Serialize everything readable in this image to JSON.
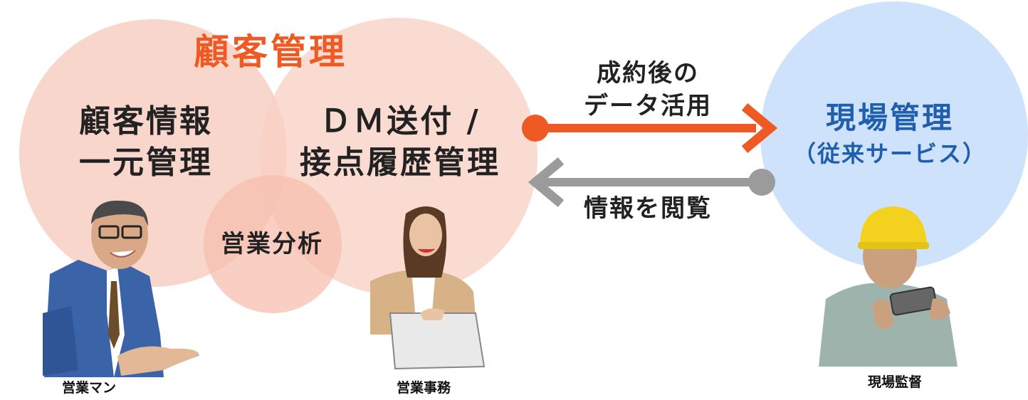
{
  "colors": {
    "accent_orange": "#ef5a24",
    "accent_blue": "#1f5fae",
    "pink_circle": "#f8cfc3",
    "blue_circle": "#cfe2fb",
    "grey_arrow": "#9b9b9b"
  },
  "left_group": {
    "title": "顧客管理",
    "info_line1": "顧客情報",
    "info_line2": "一元管理",
    "dm_line1": "ＤＭ送付 /",
    "dm_line2": "接点履歴管理",
    "analysis": "営業分析"
  },
  "right_group": {
    "title": "現場管理",
    "subtitle": "（従来サービス）"
  },
  "arrows": {
    "top_line1": "成約後の",
    "top_line2": "データ活用",
    "bottom": "情報を閲覧"
  },
  "people": {
    "salesman": "営業マン",
    "office": "営業事務",
    "site_supervisor": "現場監督"
  },
  "icons": {
    "salesman": "salesman-figure-icon",
    "office": "office-worker-figure-icon",
    "supervisor": "site-supervisor-figure-icon"
  }
}
